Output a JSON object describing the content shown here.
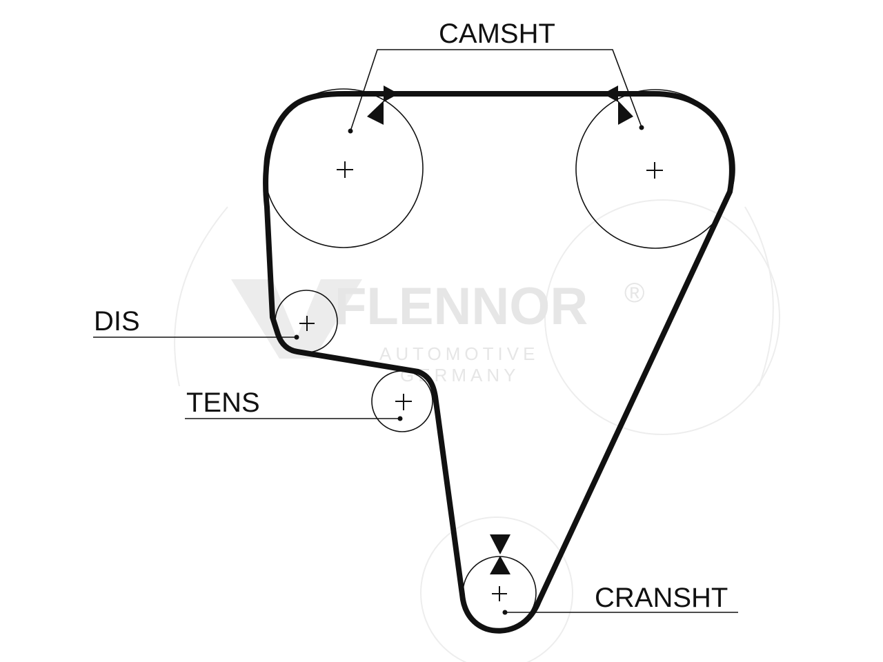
{
  "labels": {
    "camshaft": "CAMSHT",
    "distributor": "DIS",
    "tensioner": "TENS",
    "crankshaft": "CRANSHT"
  },
  "watermark": {
    "brand": "FLENNOR",
    "registered": "®",
    "line1": "AUTOMOTIVE",
    "line2": "GERMANY"
  },
  "colors": {
    "ink": "#111111",
    "watermark": "#e6e6e6",
    "background": "#ffffff"
  }
}
